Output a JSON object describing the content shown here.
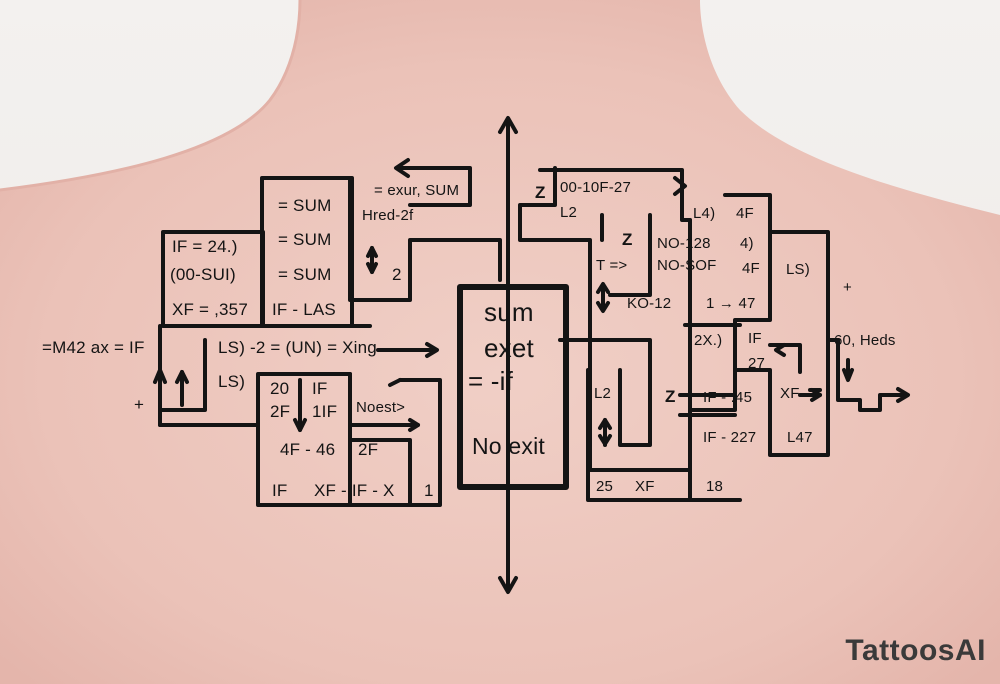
{
  "watermark": "TattoosAI",
  "tattoo": {
    "center_box": [
      "sum",
      "exet",
      "= -if",
      "No exit"
    ],
    "left": {
      "sum1": "= SUM",
      "sum2": "= SUM",
      "sum3": "= SUM",
      "if24": "IF = 24.)",
      "oosui": "(00-SUI)",
      "xf357": "XF = ,357",
      "iflas": "IF - LAS",
      "m42": "=M42 ax = IF",
      "ls2": "LS) -2 = (UN) = Xing",
      "ls": "LS)",
      "n20": "20",
      "if_a": "IF",
      "f2": "2F",
      "iif": "1IF",
      "noest": "Noest>",
      "f446": "4F - 46",
      "f2b": "2F",
      "if_b": "IF",
      "xfifx": "XF - IF - X",
      "one": "1",
      "exur": "= exur, SUM",
      "hred": "Hred-2f",
      "two": "2",
      "plus": "+"
    },
    "right": {
      "z1": "Z",
      "l1": "00-10F-27",
      "l2": "L2",
      "l4": "L4)",
      "f4": "4F",
      "z2": "Z",
      "no128": "NO-128",
      "four": "4)",
      "t": "T =>",
      "nosof": "NO-SOF",
      "f4b": "4F",
      "ls": "LS)",
      "plus": "+",
      "ko12": "KO-12",
      "one47": "1 → 47",
      "twox": "2X.)",
      "if": "IF",
      "n27": "27",
      "heds": "60, Heds",
      "z3": "Z",
      "if45": "IF - .45",
      "xf": "XF",
      "if227": "IF - 227",
      "l47": "L47",
      "n25": "25",
      "xf2": "XF",
      "n18": "18"
    }
  }
}
